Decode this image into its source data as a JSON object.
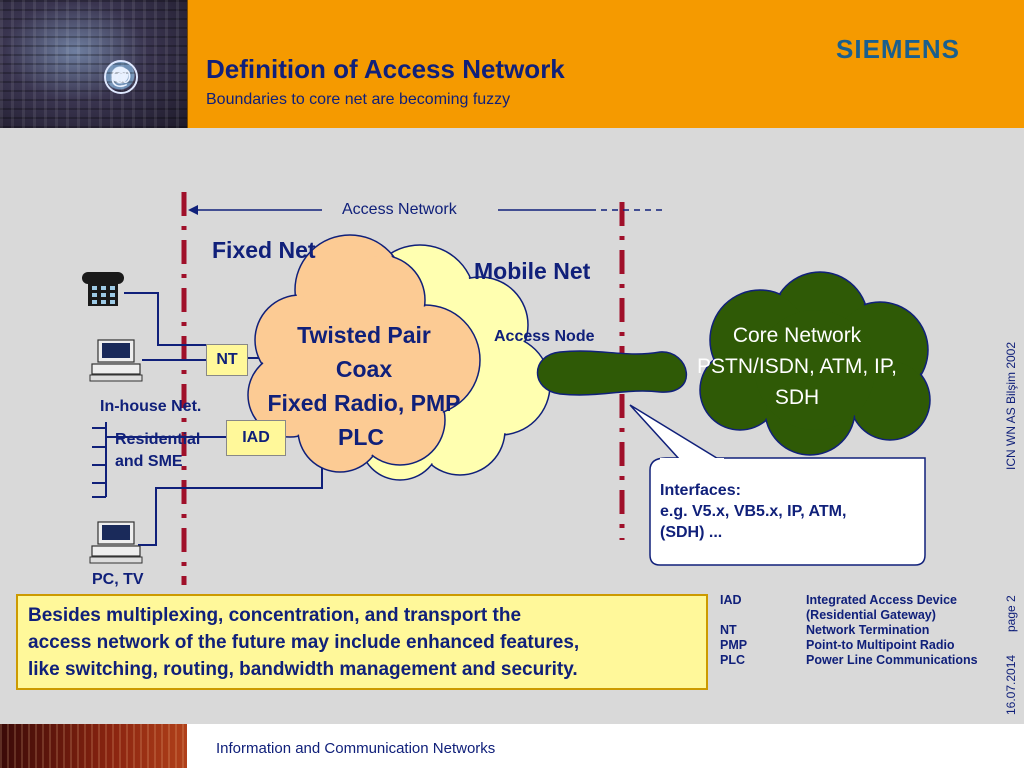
{
  "header": {
    "title": "Definition of Access Network",
    "subtitle": "Boundaries to core net are becoming fuzzy",
    "logo_text": "SIEMENS",
    "photo_symbol": "@"
  },
  "diagram": {
    "access_network_label": "Access Network",
    "fixed_net_label": "Fixed Net",
    "mobile_net_label": "Mobile Net",
    "access_node_label": "Access Node",
    "cloud_text": [
      "Twisted Pair",
      "Coax",
      "Fixed Radio, PMP",
      "PLC"
    ],
    "core_text": [
      "Core Network",
      "PSTN/ISDN, ATM, IP,",
      "SDH"
    ],
    "nt_label": "NT",
    "iad_label": "IAD",
    "inhouse_label": "In-house Net.",
    "residential_label": [
      "Residential",
      "and SME"
    ],
    "pc_tv_label": "PC, TV",
    "interfaces_text": [
      "Interfaces:",
      "e.g. V5.x, VB5.x, IP, ATM,",
      "(SDH) ..."
    ],
    "icons": [
      "telephone-icon",
      "computer-icon",
      "computer-icon"
    ]
  },
  "callout": {
    "lines": [
      "Besides multiplexing, concentration, and transport the",
      "access network of the future may include enhanced features,",
      "like switching, routing, bandwidth management and security."
    ]
  },
  "legend": [
    {
      "abbr": "IAD",
      "definition": "Integrated Access Device"
    },
    {
      "abbr": "",
      "definition": "(Residential Gateway)"
    },
    {
      "abbr": "NT",
      "definition": "Network Termination"
    },
    {
      "abbr": "PMP",
      "definition": "Point-to Multipoint Radio"
    },
    {
      "abbr": "PLC",
      "definition": "Power Line Communications"
    }
  ],
  "side": {
    "org_text": "ICN WN AS  Bilşim 2002",
    "date_text": "16.07.2014",
    "page_text": "page 2"
  },
  "footer": {
    "text": "Information and Communication Networks"
  },
  "colors": {
    "header_orange": "#f59a00",
    "navy_text": "#10207a",
    "core_green": "#2f5a06",
    "cloud_peach": "#fccb94",
    "cloud_yellow": "#ffffb0",
    "boundary_red": "#a0102a",
    "label_yellow": "#fff89a"
  }
}
